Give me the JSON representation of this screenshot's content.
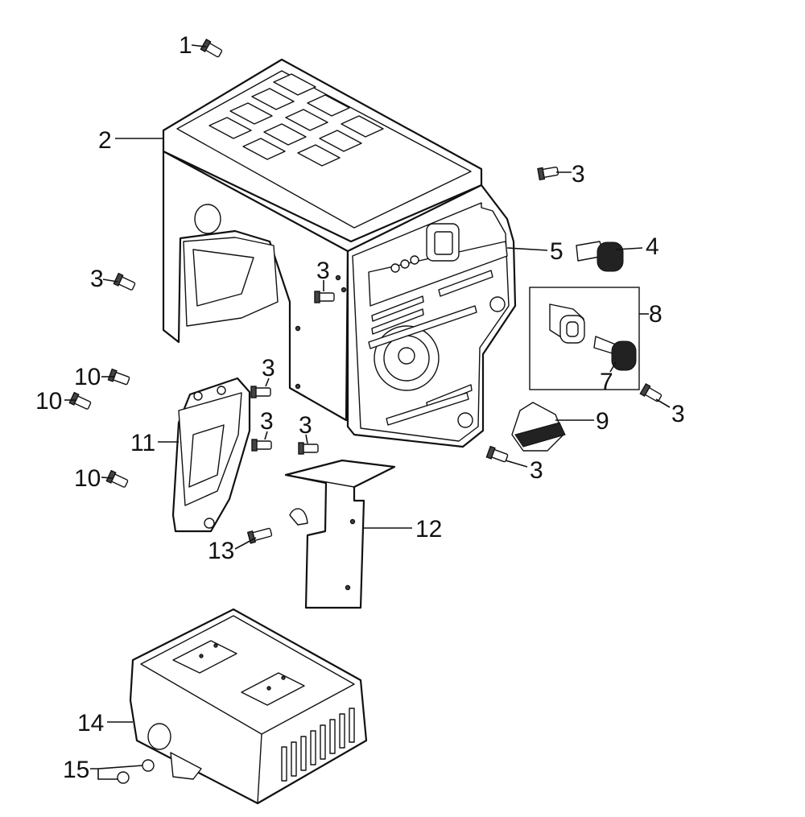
{
  "callouts": [
    {
      "id": "c1",
      "label": "1"
    },
    {
      "id": "c2",
      "label": "2"
    },
    {
      "id": "c3a",
      "label": "3"
    },
    {
      "id": "c3b",
      "label": "3"
    },
    {
      "id": "c3c",
      "label": "3"
    },
    {
      "id": "c3d",
      "label": "3"
    },
    {
      "id": "c3e",
      "label": "3"
    },
    {
      "id": "c3f",
      "label": "3"
    },
    {
      "id": "c3g",
      "label": "3"
    },
    {
      "id": "c3h",
      "label": "3"
    },
    {
      "id": "c4",
      "label": "4"
    },
    {
      "id": "c5",
      "label": "5"
    },
    {
      "id": "c7",
      "label": "7"
    },
    {
      "id": "c8",
      "label": "8"
    },
    {
      "id": "c9",
      "label": "9"
    },
    {
      "id": "c10a",
      "label": "10"
    },
    {
      "id": "c10b",
      "label": "10"
    },
    {
      "id": "c10c",
      "label": "10"
    },
    {
      "id": "c11",
      "label": "11"
    },
    {
      "id": "c12",
      "label": "12"
    },
    {
      "id": "c13",
      "label": "13"
    },
    {
      "id": "c14",
      "label": "14"
    },
    {
      "id": "c15",
      "label": "15"
    }
  ]
}
